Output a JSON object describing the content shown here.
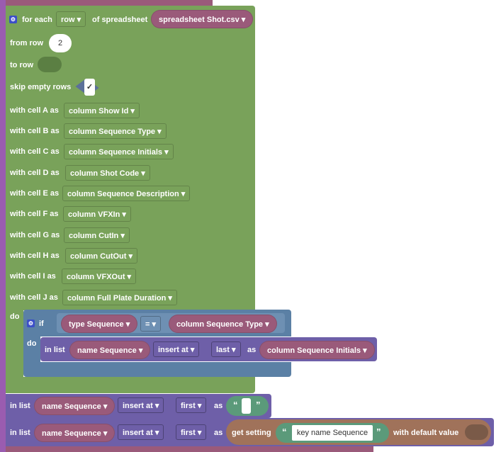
{
  "for_each": {
    "label": "for each",
    "var": "row",
    "of": "of spreadsheet",
    "sheet": "spreadsheet Shot.csv",
    "from_row_label": "from row",
    "from_row": "2",
    "to_row_label": "to row",
    "skip_label": "skip empty rows",
    "skip_checked": "✓",
    "cells": [
      {
        "label": "with cell A as",
        "col": "column Show Id"
      },
      {
        "label": "with cell B as",
        "col": "column Sequence Type"
      },
      {
        "label": "with cell C as",
        "col": "column Sequence Initials"
      },
      {
        "label": "with cell D as",
        "col": "column Shot Code"
      },
      {
        "label": "with cell E as",
        "col": "column Sequence Description"
      },
      {
        "label": "with cell F as",
        "col": "column VFXIn"
      },
      {
        "label": "with cell G as",
        "col": "column CutIn"
      },
      {
        "label": "with cell H as",
        "col": "column CutOut"
      },
      {
        "label": "with cell I as",
        "col": "column VFXOut"
      },
      {
        "label": "with cell J as",
        "col": "column Full Plate Duration"
      }
    ],
    "do": "do"
  },
  "if_block": {
    "if": "if",
    "left": "type Sequence",
    "op": "=",
    "right": "column Sequence Type",
    "do": "do",
    "insert": {
      "in_list": "in list",
      "list": "name Sequence",
      "insert_at": "insert at",
      "pos": "last",
      "as": "as",
      "value": "column Sequence Initials"
    }
  },
  "insert1": {
    "in_list": "in list",
    "list": "name Sequence",
    "insert_at": "insert at",
    "pos": "first",
    "as": "as",
    "q_open": "“",
    "q_close": "”"
  },
  "insert2": {
    "in_list": "in list",
    "list": "name Sequence",
    "insert_at": "insert at",
    "pos": "first",
    "as": "as",
    "get_setting": "get setting",
    "q_open": "“",
    "key": "key name Sequence",
    "q_close": "”",
    "default": "with default value"
  }
}
